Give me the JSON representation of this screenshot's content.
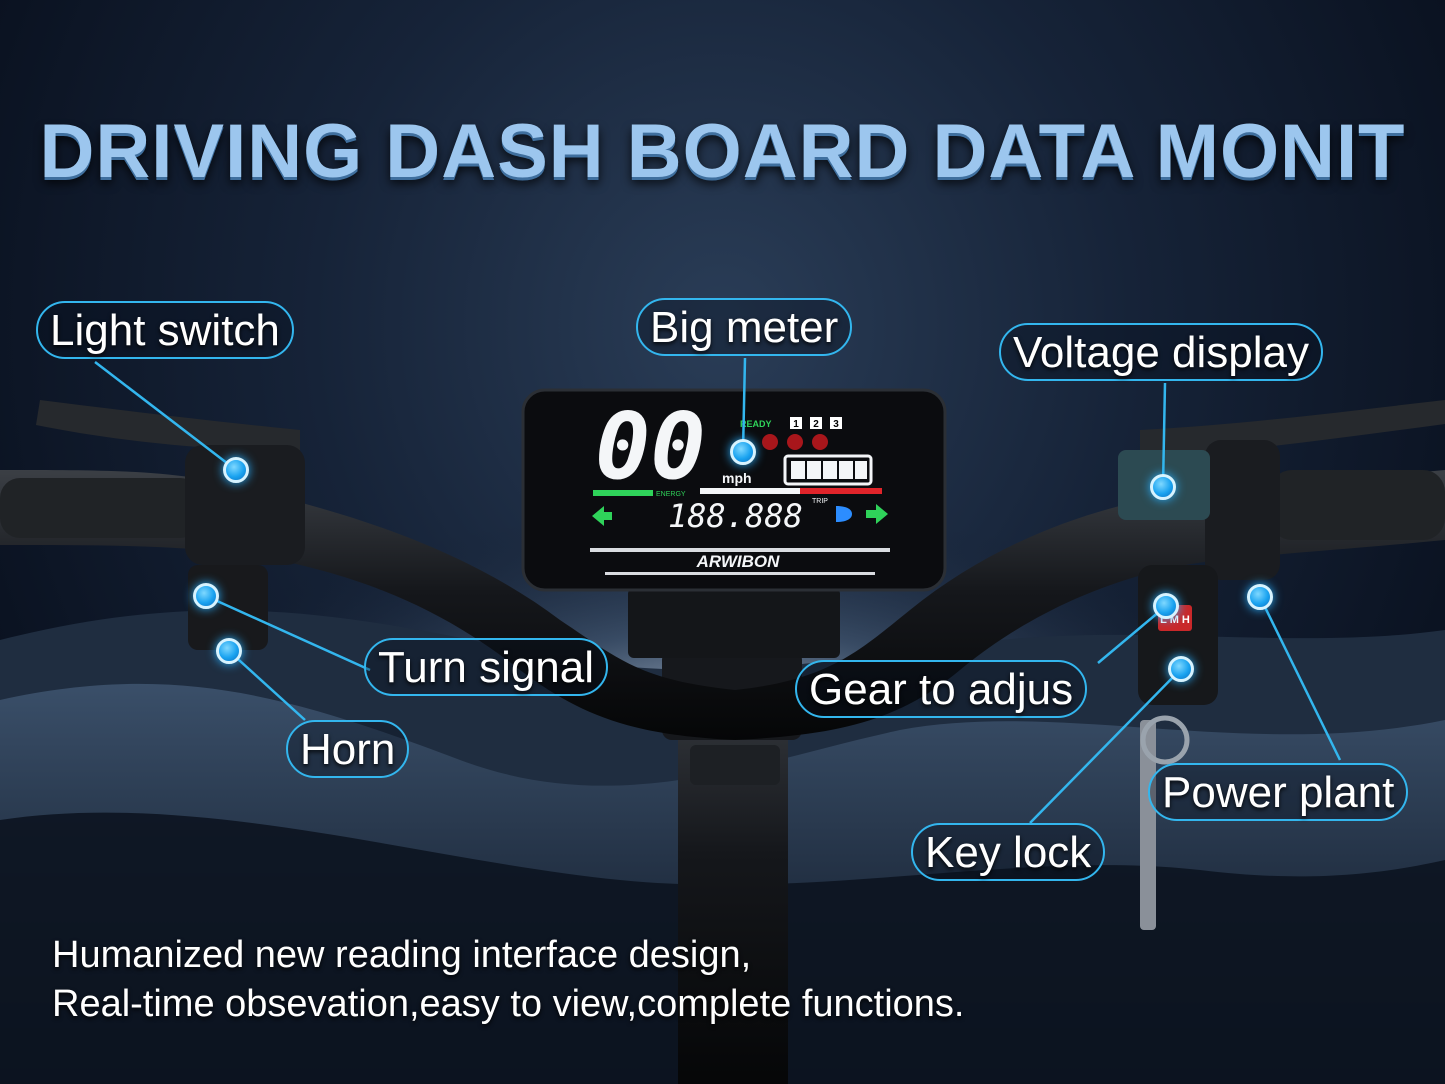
{
  "headline": "DRIVING DASH BOARD DATA MONIT",
  "callouts": {
    "light_switch": "Light switch",
    "big_meter": "Big meter",
    "voltage_display": "Voltage display",
    "turn_signal": "Turn signal",
    "horn": "Horn",
    "gear_adjust": "Gear to adjus",
    "power_plant": "Power plant",
    "key_lock": "Key lock"
  },
  "caption": {
    "line1": "Humanized new reading interface design,",
    "line2": "Real-time obsevation,easy to view,complete functions."
  },
  "display": {
    "speed": "00",
    "speed_unit": "mph",
    "ready": "READY",
    "gears": [
      "1",
      "2",
      "3"
    ],
    "energy": "ENERGY",
    "odometer": "188.888",
    "trip": "TRIP",
    "brand": "ARWIBON",
    "key_label": "L M H"
  },
  "colors": {
    "callout_border": "#33b6ee",
    "marker": "#1aa3f0",
    "headline": "#9cc6ee",
    "lcd_green": "#2fd35a",
    "lcd_red": "#e0242a"
  }
}
